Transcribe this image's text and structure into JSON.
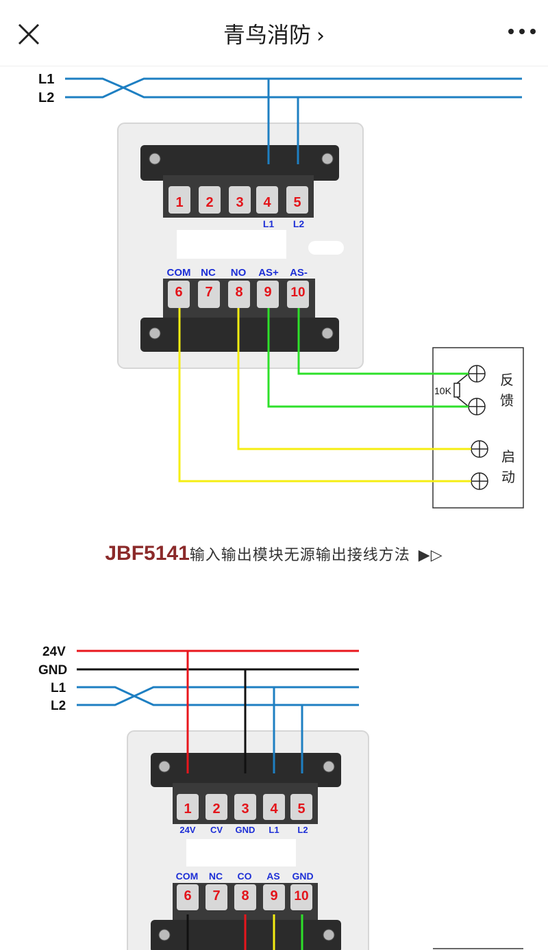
{
  "header": {
    "account_name": "青鸟消防",
    "chevron": "›",
    "close_icon": "close-icon",
    "more_icon": "more-icon"
  },
  "diagram1": {
    "bus_labels": [
      "L1",
      "L2"
    ],
    "top_terminals": [
      "1",
      "2",
      "3",
      "4",
      "5"
    ],
    "top_sublabels": [
      "L1",
      "L2"
    ],
    "bottom_labels": [
      "COM",
      "NC",
      "NO",
      "AS+",
      "AS-"
    ],
    "bottom_terminals": [
      "6",
      "7",
      "8",
      "9",
      "10"
    ],
    "resistor": "10K",
    "feedback_label": [
      "反",
      "馈"
    ],
    "start_label": [
      "启",
      "动"
    ]
  },
  "caption": {
    "model": "JBF5141",
    "text": "输入输出模块无源输出接线方法",
    "arrows": "▶▷"
  },
  "diagram2": {
    "bus_labels": [
      "24V",
      "GND",
      "L1",
      "L2"
    ],
    "top_terminals": [
      "1",
      "2",
      "3",
      "4",
      "5"
    ],
    "top_sublabels": [
      "24V",
      "CV",
      "GND",
      "L1",
      "L2"
    ],
    "bottom_labels": [
      "COM",
      "NC",
      "CO",
      "AS",
      "GND"
    ],
    "bottom_terminals": [
      "6",
      "7",
      "8",
      "9",
      "10"
    ]
  },
  "colors": {
    "bus_blue": "#1e7fc2",
    "wire_yellow": "#f5ee12",
    "wire_green": "#2ee02a",
    "wire_red": "#e8161c",
    "label_blue": "#1d2fd6",
    "terminal_red": "#e3141a",
    "caption_model": "#8b2a2a"
  }
}
